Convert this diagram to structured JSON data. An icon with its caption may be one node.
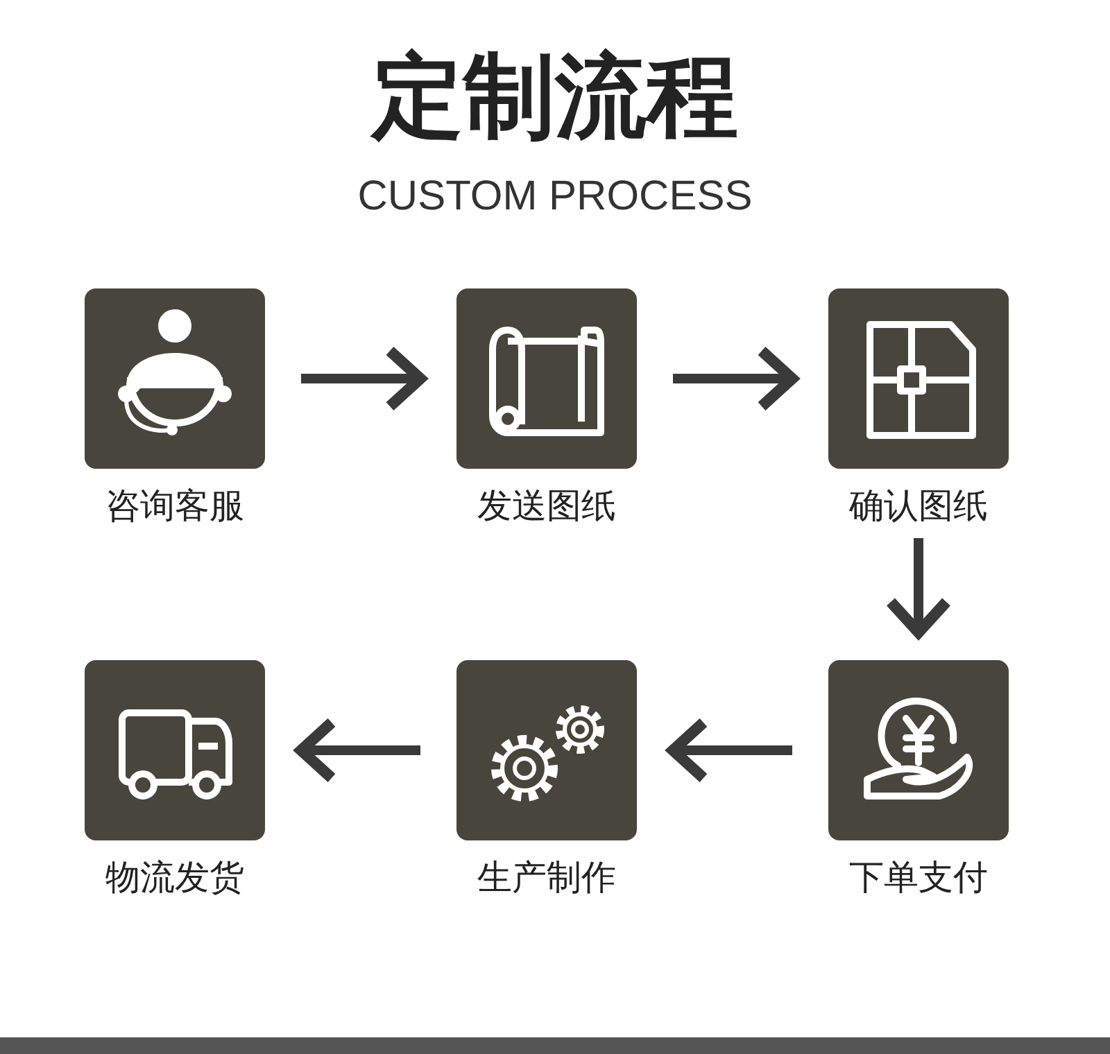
{
  "diagram": {
    "title": "定制流程",
    "nodes": [
      {
        "text": [
          "咨询客服"
        ]
      },
      {
        "text": [
          "发送图纸"
        ]
      },
      {
        "text": [
          "确认图纸"
        ]
      },
      {
        "text": [
          "物流发货"
        ]
      },
      {
        "text": [
          "生产制作"
        ]
      },
      {
        "text": [
          "下单支付"
        ]
      }
    ],
    "edges": [
      {
        "from": 0,
        "to": 1,
        "arrow": "to"
      },
      {
        "from": 1,
        "to": 2,
        "arrow": "to"
      },
      {
        "from": 2,
        "to": 5,
        "arrow": "to"
      },
      {
        "from": 5,
        "to": 4,
        "arrow": "to"
      },
      {
        "from": 4,
        "to": 3,
        "arrow": "to"
      }
    ],
    "labels": [
      "CUSTOM PROCESS"
    ]
  }
}
